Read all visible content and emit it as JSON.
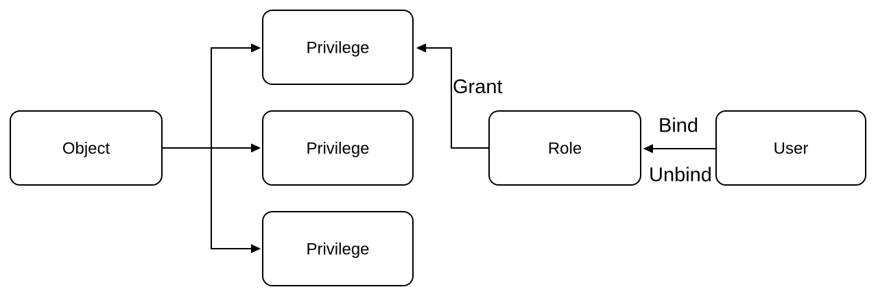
{
  "colors": {
    "stroke": "#000000",
    "node_fill": "#ffffff",
    "background": "#ffffff",
    "text": "#000000"
  },
  "diagram": {
    "type": "flow-diagram",
    "nodes": [
      {
        "id": "object",
        "label": "Object"
      },
      {
        "id": "privilege-top",
        "label": "Privilege"
      },
      {
        "id": "privilege-middle",
        "label": "Privilege"
      },
      {
        "id": "privilege-bottom",
        "label": "Privilege"
      },
      {
        "id": "role",
        "label": "Role"
      },
      {
        "id": "user",
        "label": "User"
      }
    ],
    "edge_labels": [
      {
        "id": "grant",
        "text": "Grant"
      },
      {
        "id": "bind",
        "text": "Bind"
      },
      {
        "id": "unbind",
        "text": "Unbind"
      }
    ],
    "edges": [
      {
        "id": "object-to-privilege-top",
        "from": "object",
        "to": "privilege-top"
      },
      {
        "id": "object-to-privilege-middle",
        "from": "object",
        "to": "privilege-middle"
      },
      {
        "id": "object-to-privilege-bottom",
        "from": "object",
        "to": "privilege-bottom"
      },
      {
        "id": "role-to-privilege-top",
        "from": "role",
        "to": "privilege-top",
        "label": "Grant"
      },
      {
        "id": "user-to-role",
        "from": "user",
        "to": "role",
        "labels": [
          "Bind",
          "Unbind"
        ]
      }
    ]
  }
}
